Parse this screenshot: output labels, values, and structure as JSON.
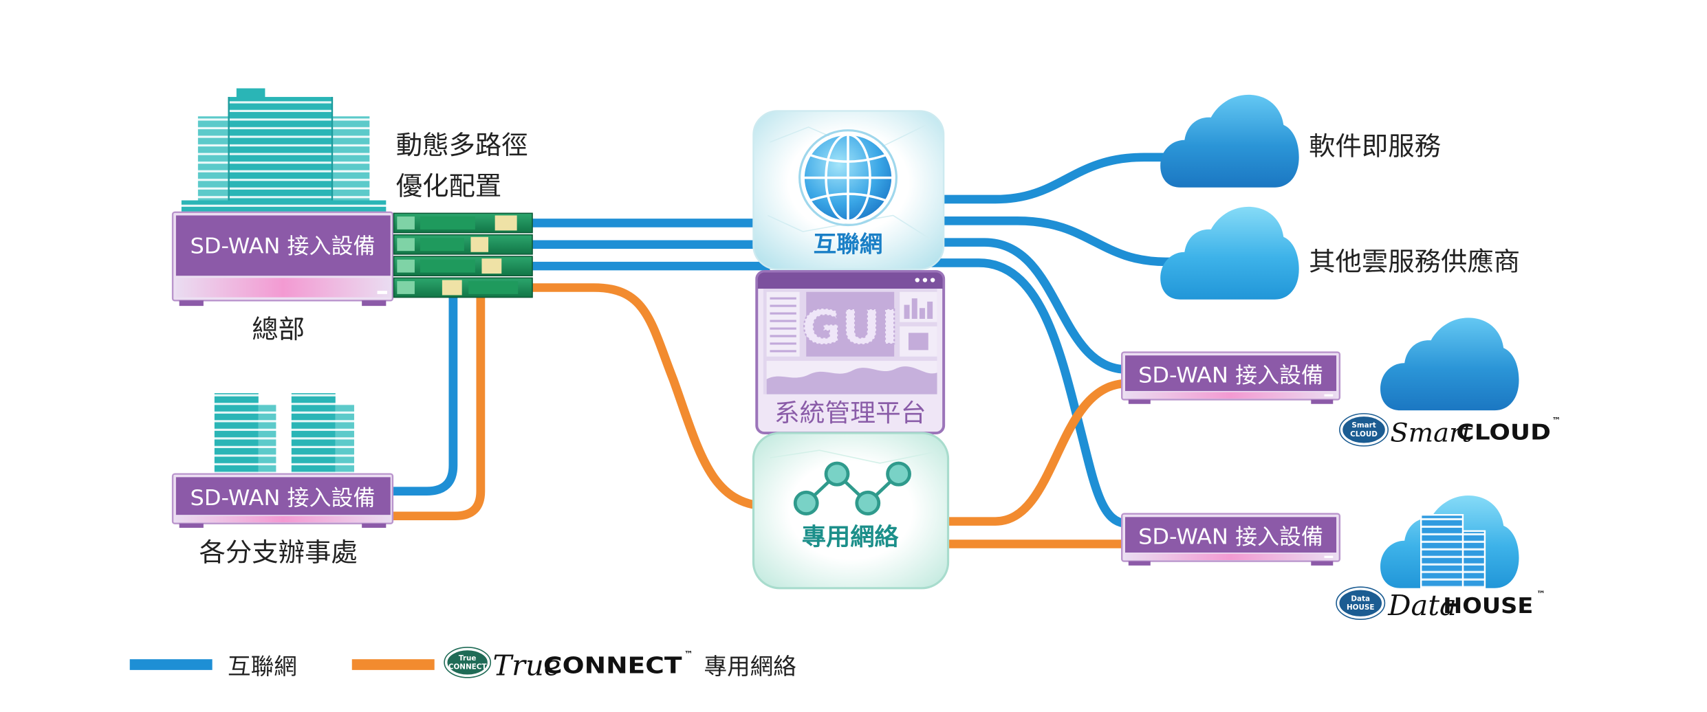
{
  "diagram": {
    "headquarters": {
      "optimization_label": [
        "動態多路徑",
        "優化配置"
      ],
      "device_label": "SD-WAN 接入設備",
      "site_label": "總部"
    },
    "branch": {
      "device_label": "SD-WAN 接入設備",
      "site_label": "各分支辦事處"
    },
    "internet_hub": {
      "label": "互聯網",
      "icon": "globe-icon"
    },
    "management_platform": {
      "screen_text": "GUI",
      "label": "系統管理平台",
      "icon": "dashboard-icon"
    },
    "private_network_hub": {
      "label": "專用網絡",
      "icon": "network-nodes-icon"
    },
    "cloud_services": [
      {
        "label": "軟件即服務",
        "icon": "cloud-icon"
      },
      {
        "label": "其他雲服務供應商",
        "icon": "cloud-icon"
      }
    ],
    "remote_sites": [
      {
        "device_label": "SD-WAN 接入設備",
        "provider": {
          "badge": [
            "Smart",
            "CLOUD"
          ],
          "name_italic": "Smart",
          "name_bold": "CLOUD",
          "trademark": "™",
          "icon": "cloud-icon"
        }
      },
      {
        "device_label": "SD-WAN 接入設備",
        "provider": {
          "badge": [
            "Data",
            "HOUSE"
          ],
          "name_italic": "Data",
          "name_bold": "HOUSE",
          "trademark": "™",
          "icon": "cloud-datacenter-icon"
        }
      }
    ]
  },
  "legend": {
    "internet": {
      "label": "互聯網"
    },
    "private": {
      "badge": [
        "True",
        "CONNECT"
      ],
      "brand_italic": "True",
      "brand_bold": "CONNECT",
      "trademark": "™",
      "label": "專用網絡"
    }
  },
  "colors": {
    "internet": "#1e8fd5",
    "private": "#f28b2f",
    "device": "#8c5aa8",
    "building": "#2ab5b6",
    "internet_hub_text": "#1a7fc6",
    "private_hub_text": "#1c8f8a",
    "platform_text": "#8a5ca8"
  }
}
